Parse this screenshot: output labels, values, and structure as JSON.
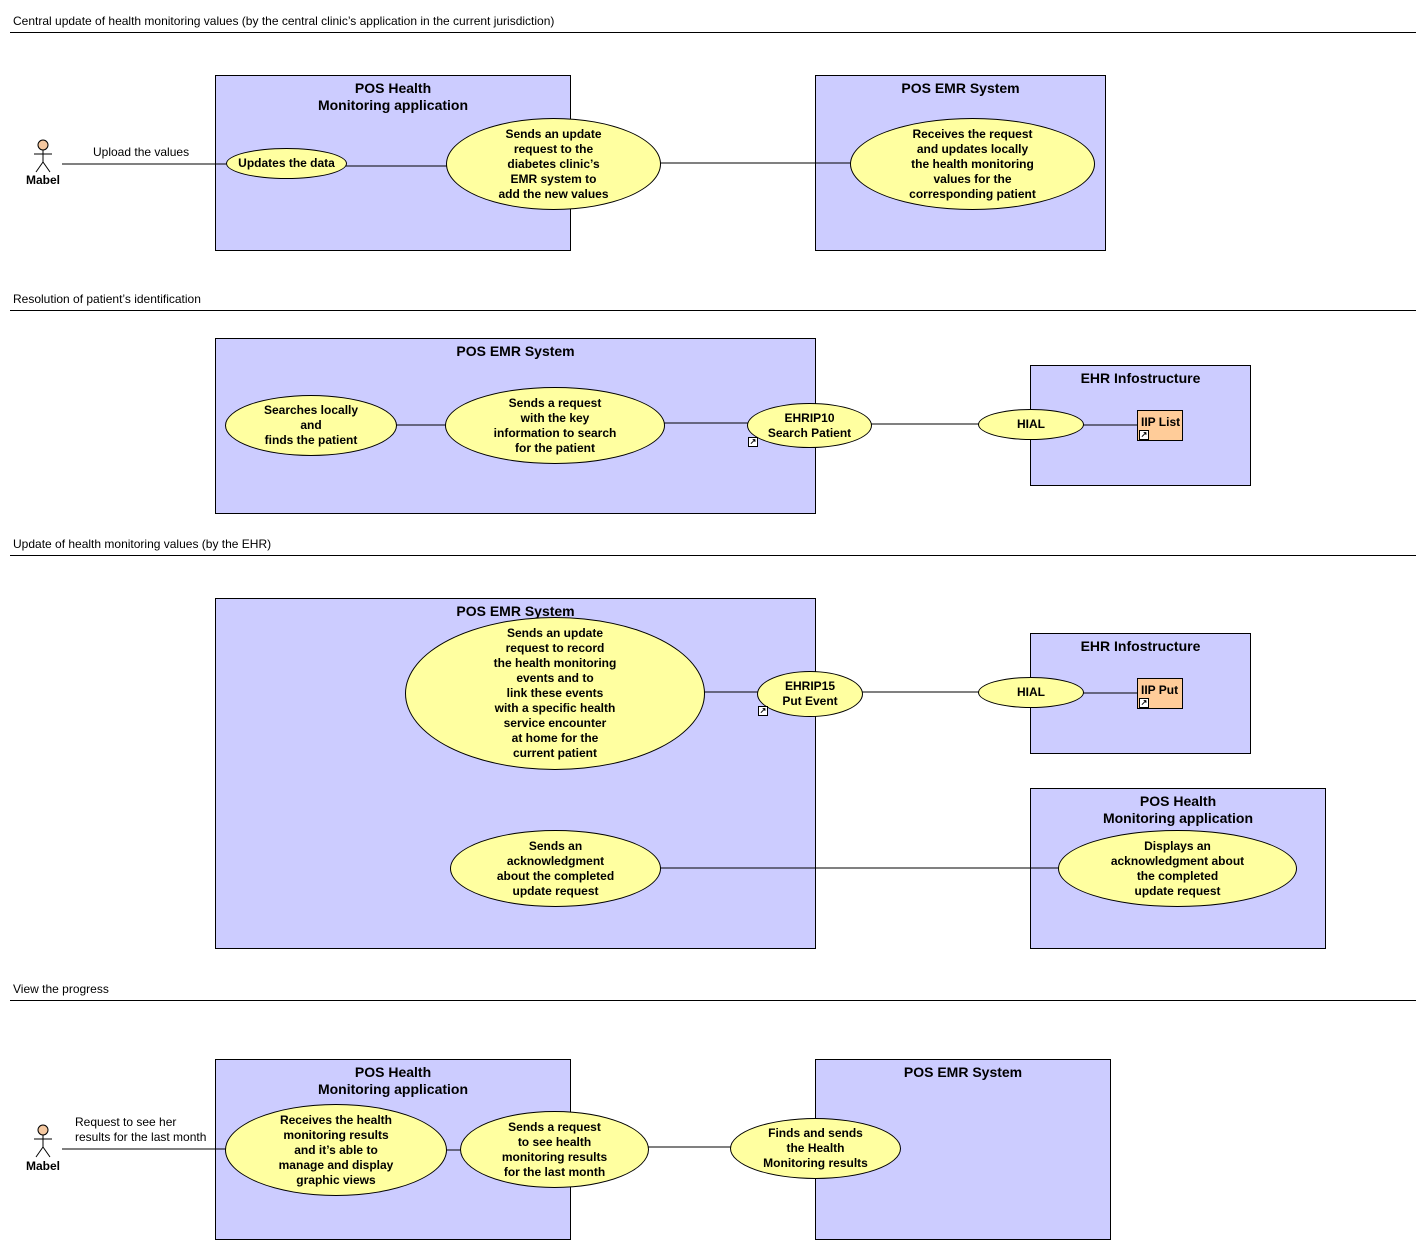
{
  "sections": [
    {
      "title": "Central update of health monitoring values (by the central clinic’s application in the current jurisdiction)"
    },
    {
      "title": "Resolution of patient’s identification"
    },
    {
      "title": "Update of health monitoring values (by the EHR)"
    },
    {
      "title": "View the progress"
    }
  ],
  "s1": {
    "actor": "Mabel",
    "edge_label": "Upload the values",
    "box_app": "POS Health\nMonitoring application",
    "box_emr": "POS EMR System",
    "uc_updates": "Updates the data",
    "uc_sends": "Sends an update\nrequest to the\ndiabetes clinic’s\nEMR system to\nadd the new values",
    "uc_receives": "Receives the request\nand updates locally\nthe health monitoring\nvalues for the\ncorresponding patient"
  },
  "s2": {
    "box_emr": "POS EMR System",
    "box_ehr": "EHR Infostructure",
    "uc_search": "Searches locally\nand\nfinds the patient",
    "uc_request": "Sends a request\nwith the key\ninformation to search\nfor the patient",
    "uc_ehrip": "EHRIP10\nSearch Patient",
    "uc_hial": "HIAL",
    "comp": "IIP List"
  },
  "s3": {
    "box_emr": "POS EMR System",
    "box_ehr": "EHR Infostructure",
    "box_app": "POS Health\nMonitoring application",
    "uc_record": "Sends an update\nrequest to record\nthe health monitoring\nevents and to\nlink these events\nwith a specific health\nservice encounter\nat home for the\ncurrent patient",
    "uc_ehrip": "EHRIP15\nPut Event",
    "uc_hial": "HIAL",
    "comp": "IIP Put",
    "uc_ack": "Sends an\nacknowledgment\nabout the completed\nupdate request",
    "uc_display": "Displays an\nacknowledgment about\nthe completed\nupdate request"
  },
  "s4": {
    "actor": "Mabel",
    "edge_label": "Request to see her\nresults for the last month",
    "box_app": "POS Health\nMonitoring application",
    "box_emr": "POS EMR System",
    "uc_receives": "Receives the health\nmonitoring results\nand it’s able to\nmanage and display\ngraphic views",
    "uc_request": "Sends a request\nto see health\nmonitoring results\nfor the last month",
    "uc_finds": "Finds and sends\nthe Health\nMonitoring results"
  },
  "colors": {
    "box_fill": "#ccccff",
    "usecase_fill": "#ffffa0",
    "component_fill": "#ffcc99",
    "actor_head": "#f5c8a0"
  }
}
